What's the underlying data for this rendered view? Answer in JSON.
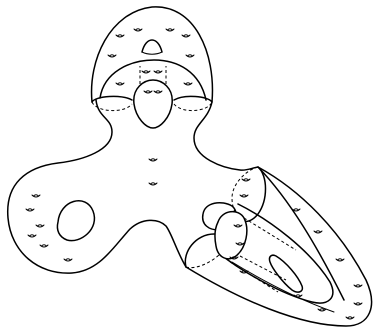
{
  "figure": {
    "kind": "line drawing",
    "stroke_color": "#000000",
    "background_color": "#ffffff",
    "parts": [
      {
        "name": "main-surface"
      },
      {
        "name": "top-cap"
      },
      {
        "name": "right-cap-outer"
      },
      {
        "name": "right-cap-inner"
      }
    ],
    "handle_marks": {
      "glyph": "small-loop-handle",
      "count": 34
    },
    "holes": 4
  }
}
